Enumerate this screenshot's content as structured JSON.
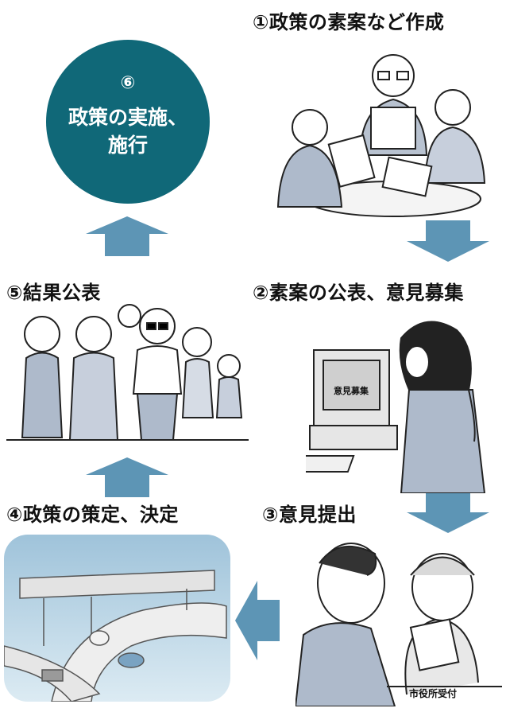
{
  "steps": {
    "step1": "①政策の素案など作成",
    "step2": "②素案の公表、意見募集",
    "step3": "③意見提出",
    "step4": "④政策の策定、決定",
    "step5": "⑤結果公表",
    "step6_number": "⑥",
    "step6_line1": "政策の実施、",
    "step6_line2": "施行"
  },
  "illustrations": {
    "monitor_text": "意見募集",
    "counter_sign": "市役所受付"
  },
  "colors": {
    "circle": "#106878",
    "arrow": "#5d95b5"
  }
}
